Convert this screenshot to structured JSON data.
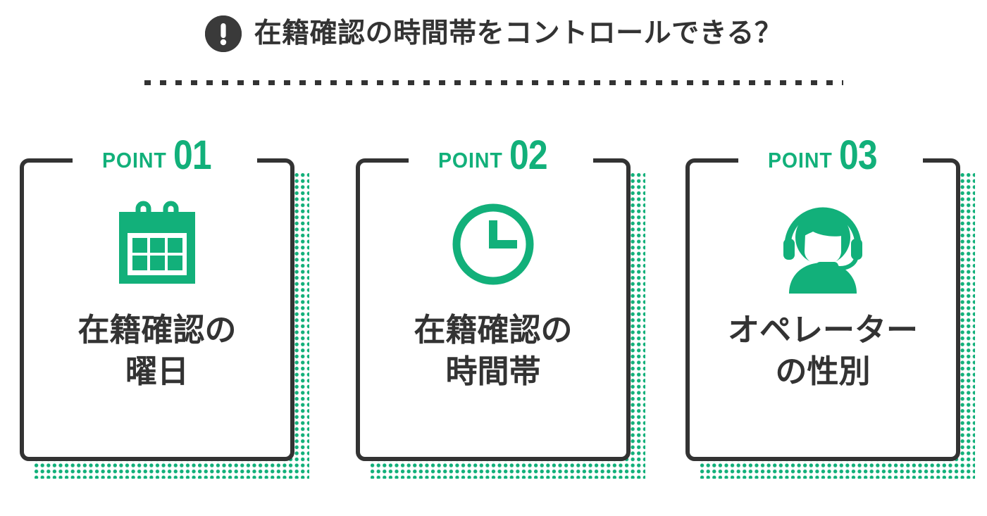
{
  "header": {
    "alert_icon": "exclamation-circle-icon",
    "title": "在籍確認の時間帯をコントロールできる？",
    "divider": "dashed-divider"
  },
  "theme": {
    "accent_green": "#12b07a",
    "ink_dark": "#333333",
    "background": "#ffffff"
  },
  "cards": [
    {
      "point_word": "POINT",
      "point_number": "01",
      "icon": "calendar-icon",
      "text_line1": "在籍確認の",
      "text_line2": "曜日"
    },
    {
      "point_word": "POINT",
      "point_number": "02",
      "icon": "clock-icon",
      "text_line1": "在籍確認の",
      "text_line2": "時間帯"
    },
    {
      "point_word": "POINT",
      "point_number": "03",
      "icon": "operator-headset-icon",
      "text_line1": "オペレーター",
      "text_line2": "の性別"
    }
  ]
}
